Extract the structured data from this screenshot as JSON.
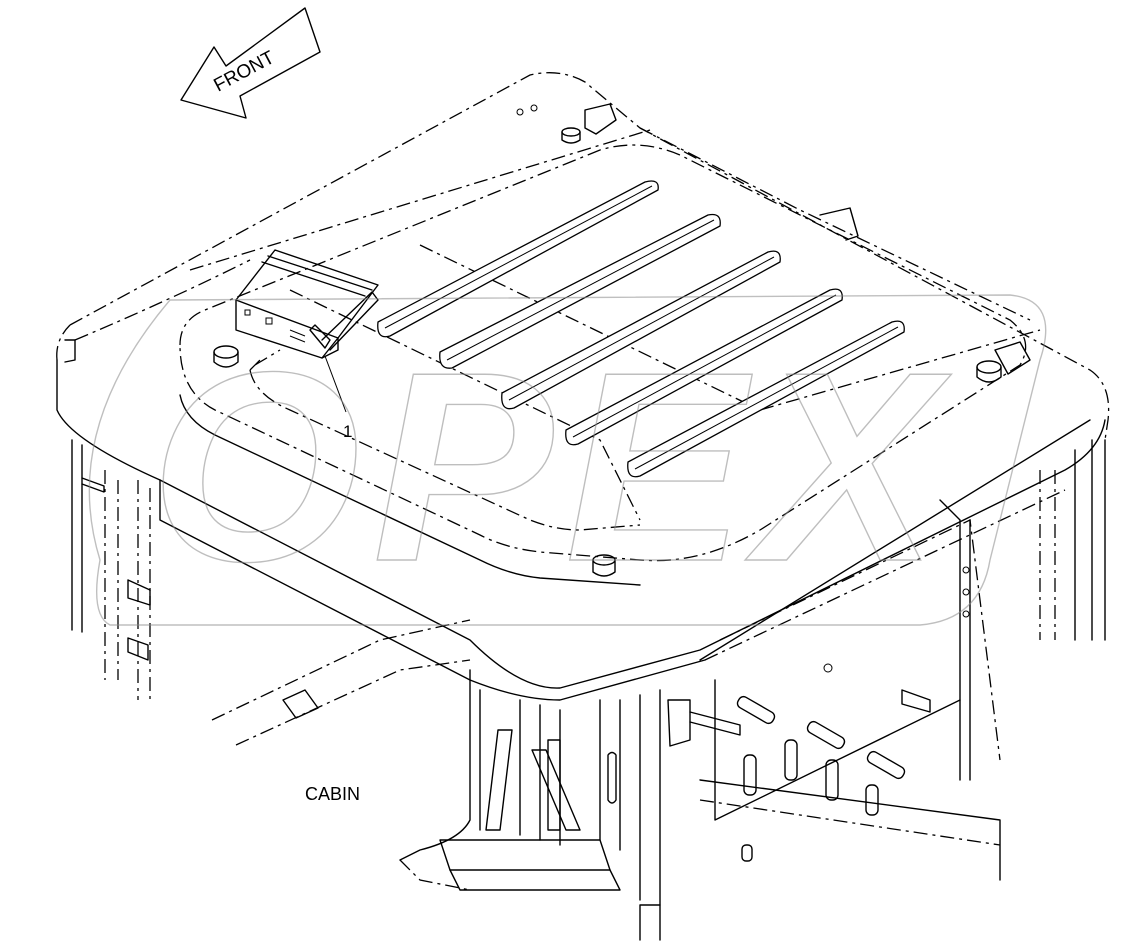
{
  "diagram": {
    "front_arrow_label": "FRONT",
    "callout_number": "1",
    "assembly_label": "CABIN",
    "watermark_text": "OPEX",
    "line_color": "#000000",
    "background_color": "#ffffff"
  }
}
